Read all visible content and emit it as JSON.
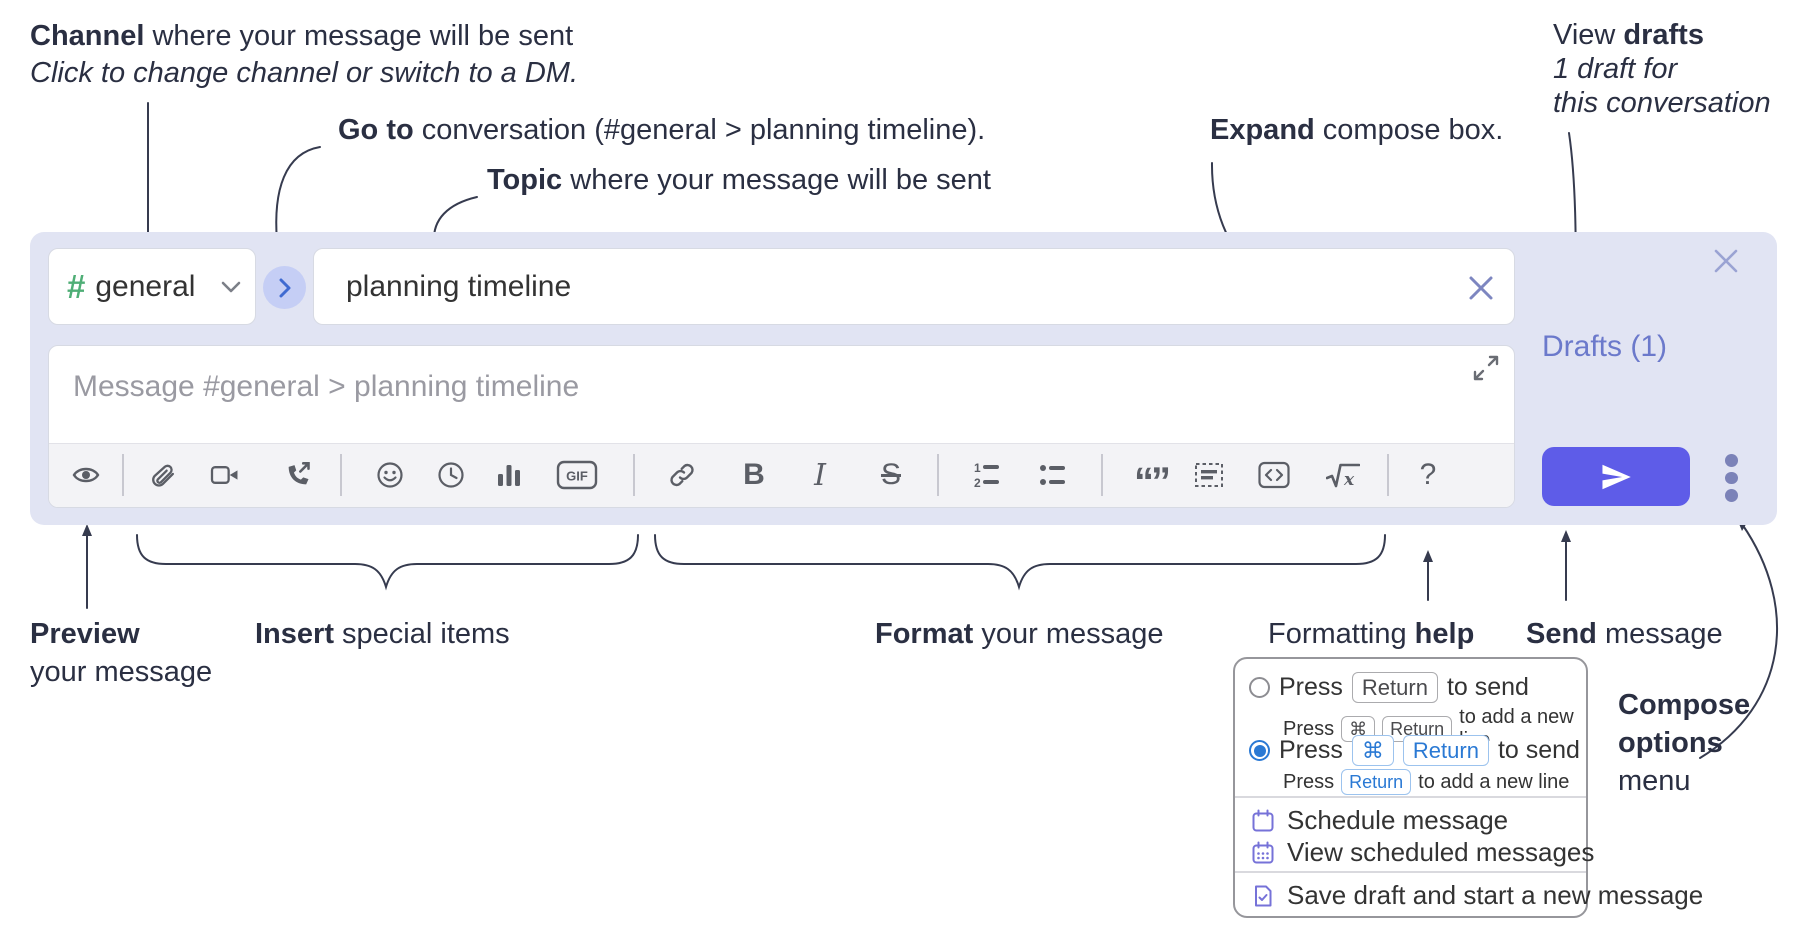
{
  "annotations": {
    "channel": {
      "bold": "Channel",
      "rest": " where your message will be sent",
      "line2": "Click to change channel or switch to a DM."
    },
    "goto": {
      "bold": "Go to",
      "rest": " conversation (#general > planning timeline)."
    },
    "topic": {
      "bold": "Topic",
      "rest": " where your message will be sent"
    },
    "expand": {
      "bold": "Expand",
      "rest": " compose box."
    },
    "view_drafts": {
      "line1_pre": "View ",
      "line1_bold": "drafts",
      "line2": "1 draft for",
      "line3": "this conversation"
    },
    "preview": {
      "bold": "Preview",
      "line2": "your message"
    },
    "insert": {
      "bold": "Insert",
      "rest": " special items"
    },
    "format": {
      "bold": "Format",
      "rest": " your message"
    },
    "formatting_help": {
      "pre": "Formatting ",
      "bold": "help"
    },
    "send": {
      "bold": "Send",
      "rest": " message"
    },
    "compose_options": {
      "line1": "Compose",
      "line2": "options",
      "line3": "menu"
    }
  },
  "compose": {
    "hash": "#",
    "channel_name": "general",
    "topic_value": "planning timeline",
    "message_placeholder": "Message #general > planning timeline",
    "drafts_link": "Drafts (1)"
  },
  "toolbar": {
    "gif_label": "GIF",
    "bold_label": "B",
    "italic_label": "I",
    "strike_label": "S",
    "quote_label": "“”",
    "help_label": "?"
  },
  "options_menu": {
    "option1": {
      "press": "Press",
      "key": "Return",
      "suffix": "to send",
      "sub_press": "Press",
      "sub_key1": "⌘",
      "sub_key2": "Return",
      "sub_suffix": "to add a new line"
    },
    "option2": {
      "press": "Press",
      "key1": "⌘",
      "key2": "Return",
      "suffix": "to send",
      "sub_press": "Press",
      "sub_key": "Return",
      "sub_suffix": "to add a new line"
    },
    "items": [
      "Schedule message",
      "View scheduled messages",
      "Save draft and start a new message"
    ]
  },
  "colors": {
    "compose_bg": "#e1e4f3",
    "send_button": "#5e5ce8",
    "drafts_link": "#6b79cb",
    "hash_green": "#4fae76",
    "key_blue": "#2a79d4",
    "menu_icon_purple": "#7672d8",
    "annotation_text": "#2a2f42"
  }
}
